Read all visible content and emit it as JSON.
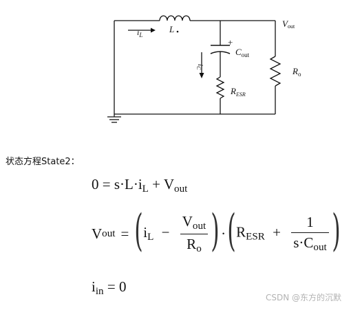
{
  "circuit": {
    "inductor_label": "L",
    "inductor_current_label": "i",
    "inductor_current_sub": "L",
    "cap_label": "C",
    "cap_sub": "out",
    "cap_plus": "+",
    "cap_current_label": "i",
    "cap_current_sub": "C",
    "esr_label": "R",
    "esr_sub": "ESR",
    "vout_label": "V",
    "vout_sub": "out",
    "load_label": "R",
    "load_sub": "o"
  },
  "heading": "状态方程State2：",
  "equations": {
    "eq1": {
      "lhs": "0 =",
      "s": "s·L·i",
      "s_sub": "L",
      "plus": "+ V",
      "plus_sub": "out"
    },
    "eq2": {
      "lhs": "V",
      "lhs_sub": "out",
      "eq": "=",
      "iL": "i",
      "iL_sub": "L",
      "minus": "−",
      "f1_num": "V",
      "f1_num_sub": "out",
      "f1_den": "R",
      "f1_den_sub": "o",
      "dot": "·",
      "resr": "R",
      "resr_sub": "ESR",
      "plus": "+",
      "f2_num": "1",
      "f2_den": "s·C",
      "f2_den_sub": "out"
    },
    "eq3": {
      "lhs": "i",
      "lhs_sub": "in",
      "rhs": "= 0"
    }
  },
  "watermark": "CSDN @东方的沉默"
}
